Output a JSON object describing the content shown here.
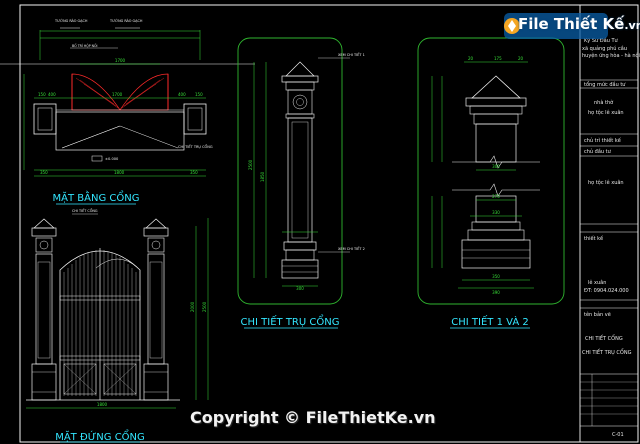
{
  "drawing": {
    "titles": {
      "plan_view": "MẶT BẰNG CỔNG",
      "elevation": "MẶT ĐỨNG CỔNG",
      "pillar_detail": "CHI TIẾT TRỤ CỔNG",
      "detail_1_2": "CHI TIẾT 1 VÀ 2"
    },
    "plan_dims": {
      "top": [
        "1700"
      ],
      "mid": [
        "150",
        "400",
        "1700",
        "400",
        "150"
      ],
      "bottom": [
        "350",
        "1800",
        "350"
      ],
      "level": "±0.000"
    },
    "elevation_dims": {
      "heights": [
        "2500",
        "2000"
      ],
      "bottom_width": "1800"
    },
    "pillar_dims": {
      "total_height": "2500",
      "shaft": "1850",
      "width": "300",
      "callout_1": "XEM CHI TIẾT 1",
      "callout_2": "XEM CHI TIẾT 2"
    },
    "detail_dims": {
      "top": [
        "20",
        "175",
        "20"
      ],
      "widths": [
        "300",
        "270",
        "330"
      ],
      "bottom": [
        "350",
        "390"
      ]
    },
    "title_block": {
      "lines": [
        "Kỹ Sư Đầu Tư",
        "xã quảng phú cầu",
        "huyện ứng hòa - hà nội",
        "tổng mức đầu tư",
        "nhà thờ",
        "họ tộc lê xuân",
        "chủ trì thiết kế",
        "chủ đầu tư",
        "họ tộc lê xuân",
        "thiết kế",
        "lê xuân",
        "ĐT: 0904.024.000",
        "tên bản vẽ",
        "CHI TIẾT CỔNG",
        "CHI TIẾT TRỤ CỔNG",
        "C-01"
      ]
    }
  },
  "watermark": {
    "logo_text": "File Thiết Kế",
    "logo_suffix": ".vn",
    "copyright": "Copyright © FileThietKe.vn"
  },
  "colors": {
    "background": "#000000",
    "dim_green": "#37e037",
    "line_white": "#f0f0f0",
    "line_cyan": "#27d8ff",
    "line_yellow": "#ffff55",
    "hatch_red": "#ff2a2a",
    "title_cyan": "#33e6ff",
    "panel_border": "#2fb52f",
    "frame": "#f5f5f5"
  }
}
